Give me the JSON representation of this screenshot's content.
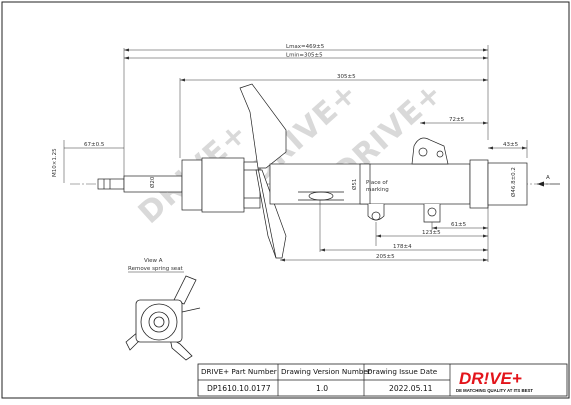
{
  "watermark": "DRIVE+",
  "dimensions": {
    "lmax": "Lmax=469±5",
    "lmin": "Lmin=305±5",
    "d305": "305±5",
    "d72": "72±5",
    "d43": "43±5",
    "d67": "67±0.5",
    "m10": "M10×1.25",
    "d20": "Ø20",
    "d51": "Ø51",
    "d46": "Ø46.8±0.2",
    "view_a": "A",
    "place_marking_1": "Place of",
    "place_marking_2": "marking",
    "d61": "61±5",
    "d123": "123±5",
    "d178": "178±4",
    "d205": "205±5"
  },
  "view_note": {
    "title": "View A",
    "subtitle": "Remove spring seat"
  },
  "title_block": {
    "headers": [
      "DRIVE+ Part Number",
      "Drawing Version  Number",
      "Drawing Issue Date"
    ],
    "values": [
      "DP1610.10.0177",
      "1.0",
      "2022.05.11"
    ],
    "logo": "DR!VE+",
    "slogan": "DE MATCHING QUALITY AT ITS BEST"
  }
}
